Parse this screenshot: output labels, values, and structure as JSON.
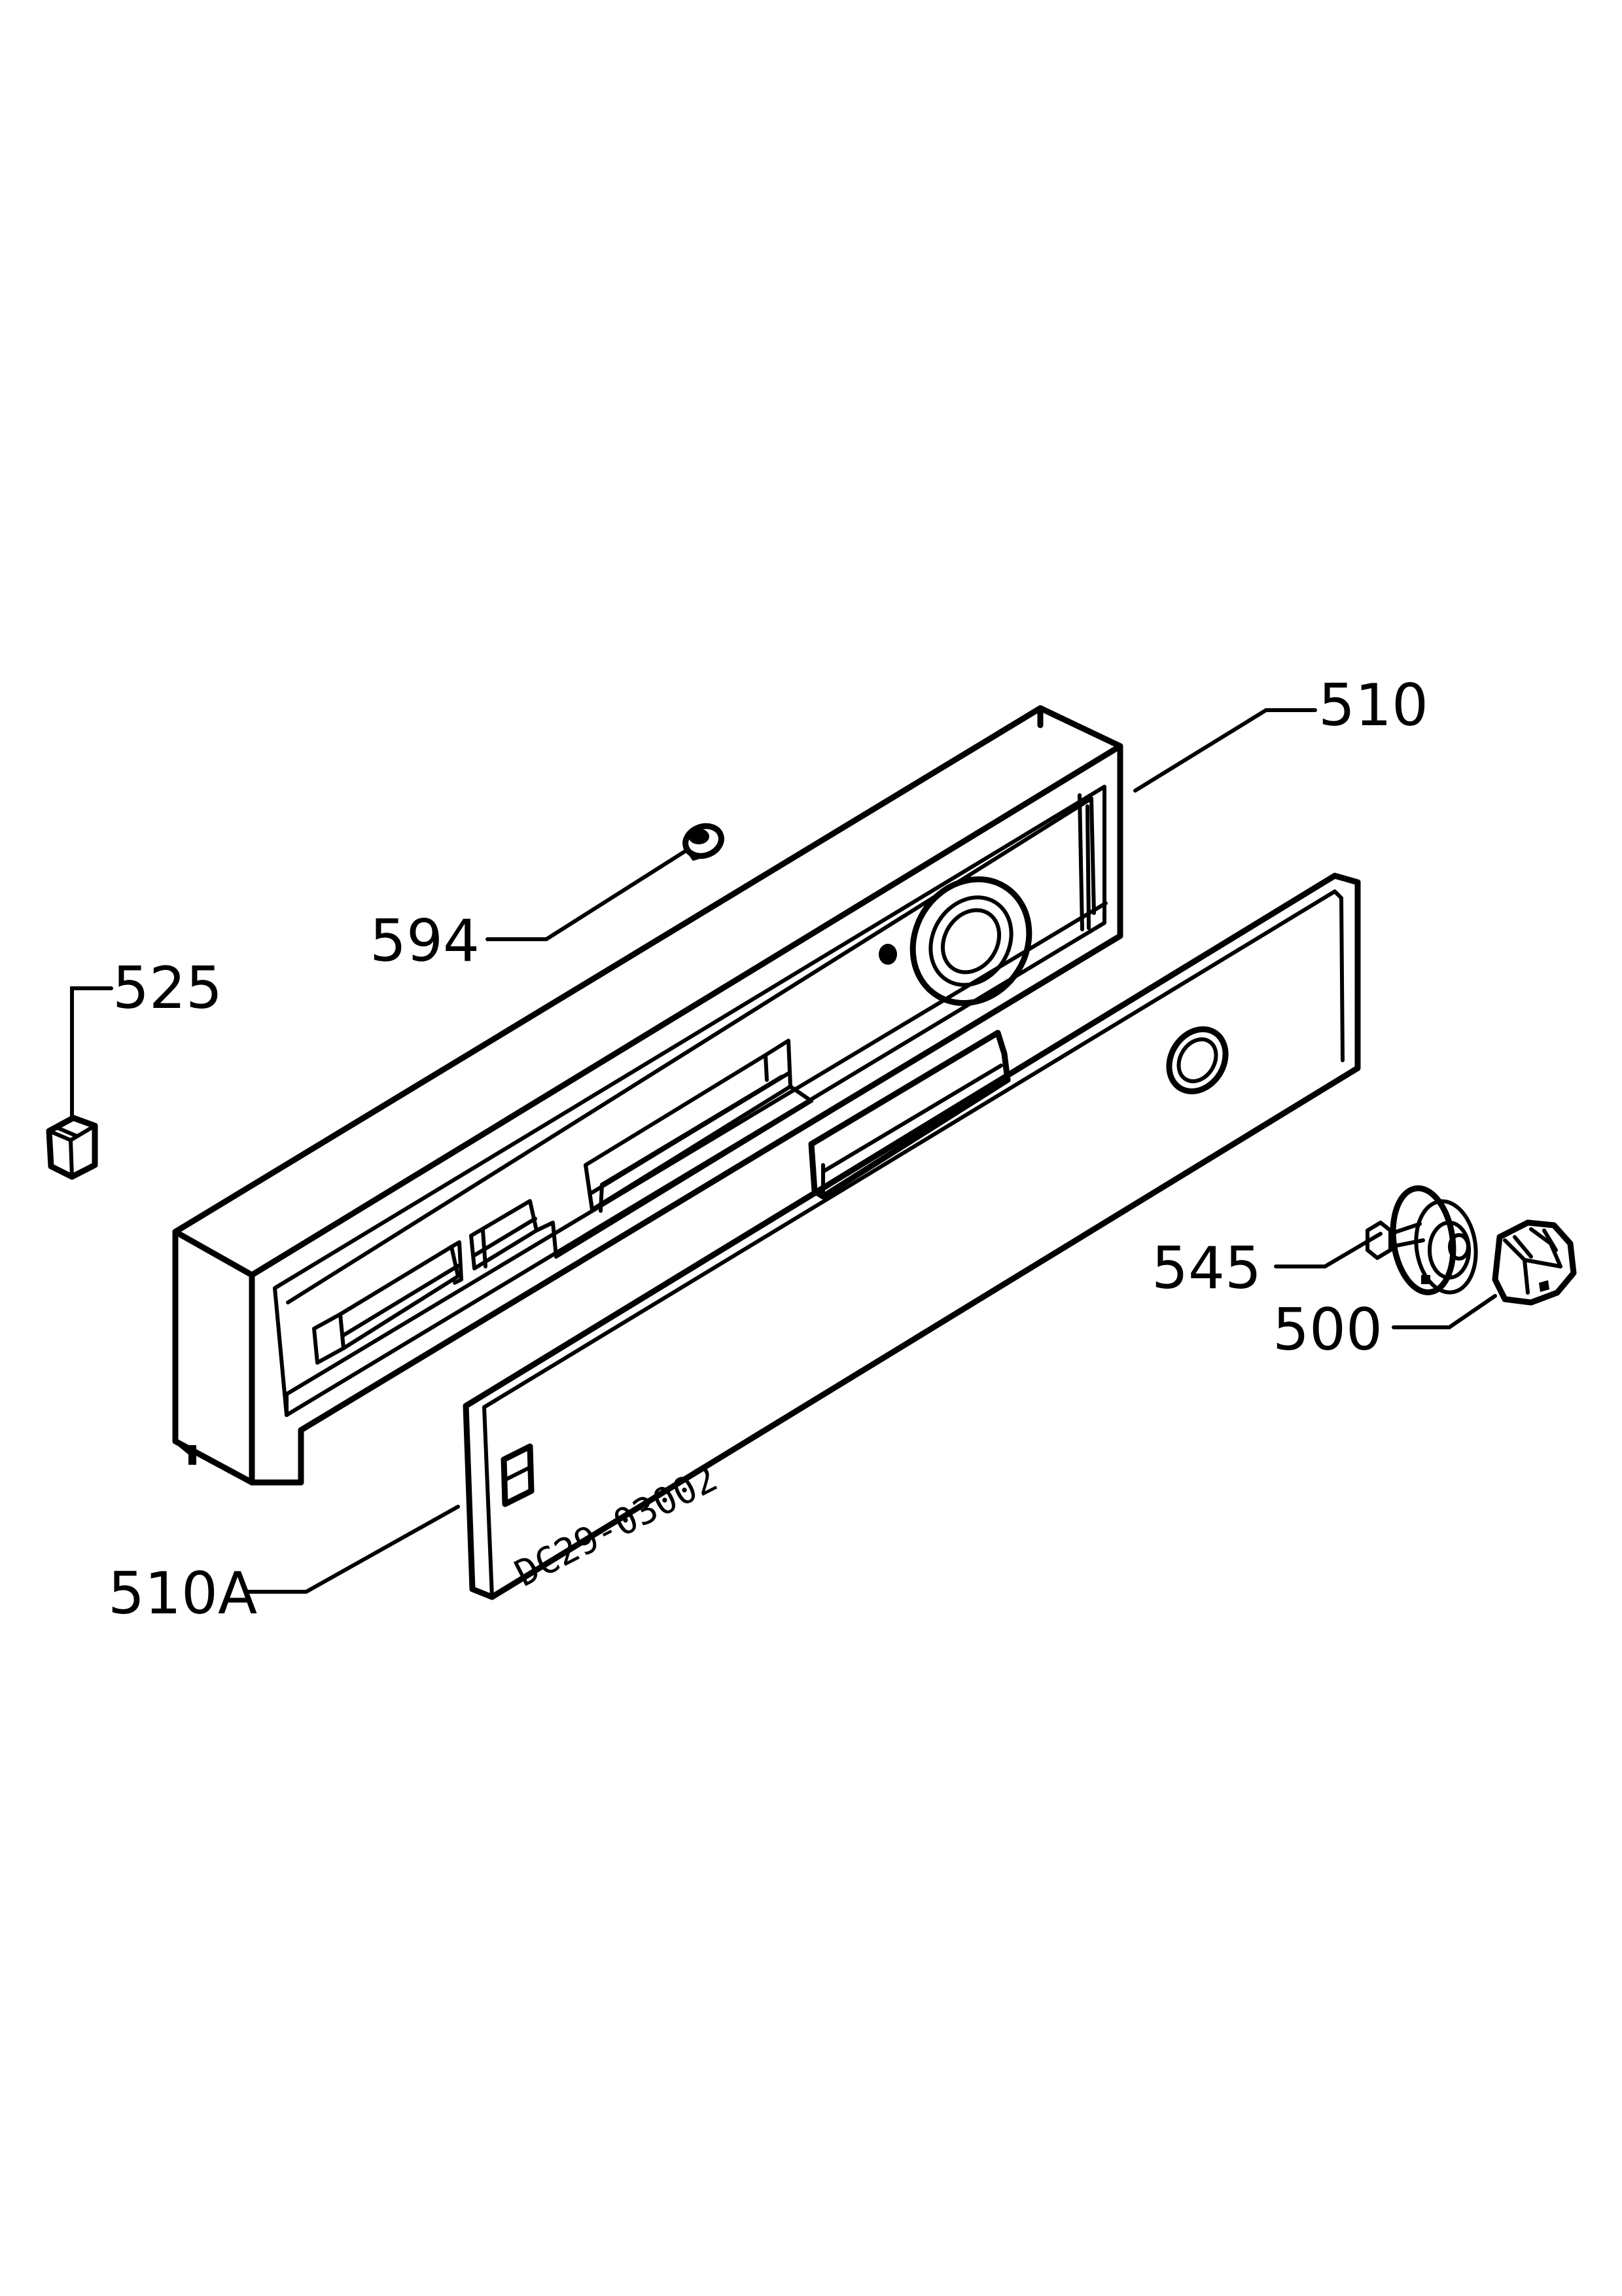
{
  "diagram": {
    "callouts": [
      {
        "id": "510",
        "label": "510"
      },
      {
        "id": "594",
        "label": "594"
      },
      {
        "id": "525",
        "label": "525"
      },
      {
        "id": "545",
        "label": "545"
      },
      {
        "id": "500",
        "label": "500"
      },
      {
        "id": "510A",
        "label": "510A"
      }
    ],
    "panel_code": "DC29-03002"
  }
}
